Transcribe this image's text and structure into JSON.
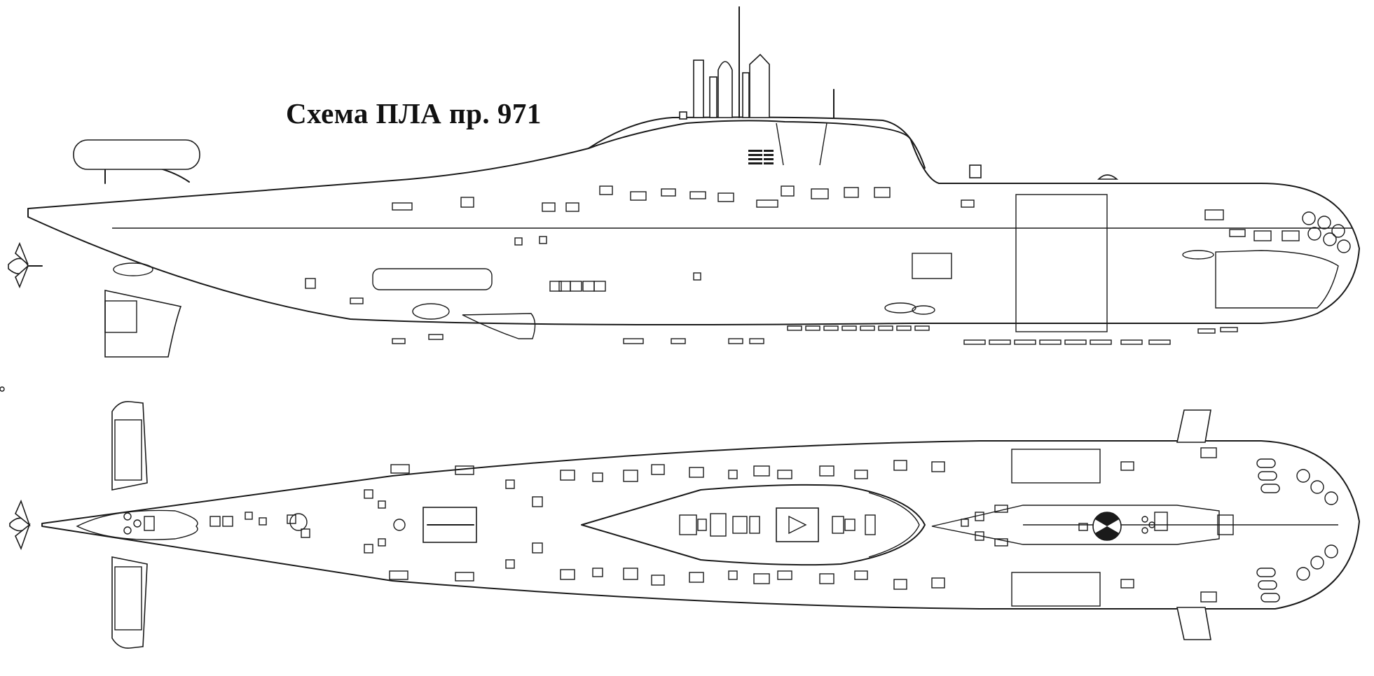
{
  "title": "Схема ПЛА пр. 971",
  "colors": {
    "ink": "#1a1a1a",
    "paper": "#ffffff"
  },
  "views": {
    "side_profile": {
      "icon": "submarine-side-view"
    },
    "top_plan": {
      "icon": "submarine-top-view",
      "marker_icon": "radiation-hazard-icon"
    }
  }
}
